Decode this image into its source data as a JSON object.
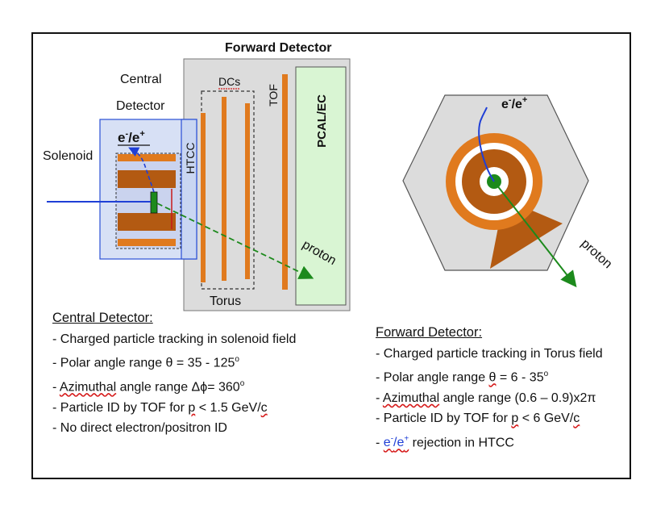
{
  "left_diagram": {
    "forward_detector_label": "Forward Detector",
    "central_detector_label_1": "Central",
    "central_detector_label_2": "Detector",
    "solenoid_label": "Solenoid",
    "htcc_label": "HTCC",
    "dcs_label": "DCs",
    "tof_label": "TOF",
    "pcal_label": "PCAL/EC",
    "torus_label": "Torus",
    "proton_label": "proton",
    "lepton_label": "e",
    "lepton_minus": "-",
    "lepton_slash": "/e",
    "lepton_plus": "+"
  },
  "right_diagram": {
    "proton_label": "proton",
    "lepton_label": "e",
    "lepton_minus": "-",
    "lepton_slash": "/e",
    "lepton_plus": "+"
  },
  "central_list": {
    "header": "Central Detector:",
    "item1": "- Charged particle tracking in solenoid field",
    "item2_a": "- Polar angle range θ = 35 - 125",
    "item2_sup": "o",
    "item3_dash": "- ",
    "item3_word": "Azimuthal",
    "item3_rest": " angle range Δϕ= 360",
    "item3_sup": "o",
    "item4_a": "- Particle ID by TOF for ",
    "item4_p": "p",
    "item4_b": " < 1.5 GeV/",
    "item4_c": "c",
    "item5": "- No direct electron/positron ID"
  },
  "forward_list": {
    "header": "Forward Detector:",
    "item1": "- Charged particle tracking in Torus field",
    "item2_a": "- Polar angle range ",
    "item2_theta": "θ",
    "item2_b": " = 6 - 35",
    "item2_sup": "o",
    "item3_dash": "- ",
    "item3_word": "Azimuthal",
    "item3_rest": " angle range (0.6 – 0.9)x2π",
    "item4_a": "- Particle ID by TOF for ",
    "item4_p": "p",
    "item4_b": " < 6 GeV/",
    "item4_c": "c",
    "item5_dash": "- ",
    "item5_e": "e",
    "item5_minus": "-",
    "item5_slash": "/e",
    "item5_plus": "+",
    "item5_rest": " rejection in HTCC"
  },
  "colors": {
    "orange": "#e07a1e",
    "brown": "#b35a12",
    "green": "#1c8a1c",
    "blue": "#1f3fd6",
    "lightblue": "#c9d6f2",
    "gray": "#dcdcdc",
    "lightgreen": "#d9f5d3",
    "red": "#d61a1a"
  }
}
